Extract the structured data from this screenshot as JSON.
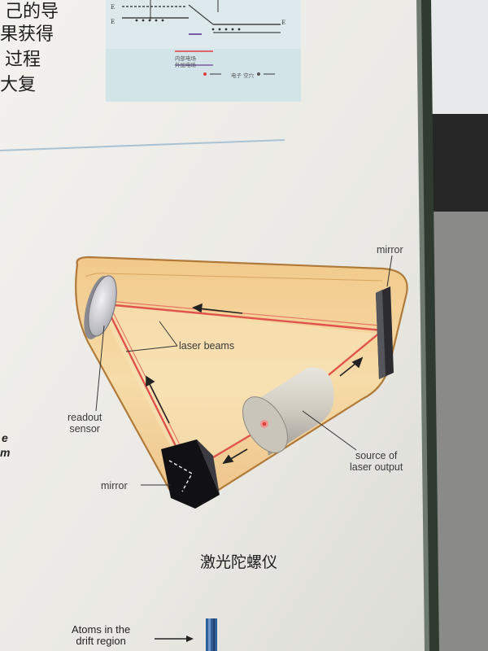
{
  "top_left_text_fragments": [
    "己的导",
    "果获得",
    "过程",
    "大复"
  ],
  "mini_diagram": {
    "legend_inner_field": "内部电场",
    "legend_outer_field": "外加电场",
    "legend_particles": "电子   空穴"
  },
  "main_diagram": {
    "labels": {
      "mirror_top": "mirror",
      "laser_beams": "laser beams",
      "readout_sensor": "readout\nsensor",
      "mirror_bottom": "mirror",
      "source": "source of\nlaser output"
    },
    "caption": "激光陀螺仪"
  },
  "left_edge_fragments": [
    "e",
    "m"
  ],
  "bottom_label": "Atoms in the\ndrift region"
}
